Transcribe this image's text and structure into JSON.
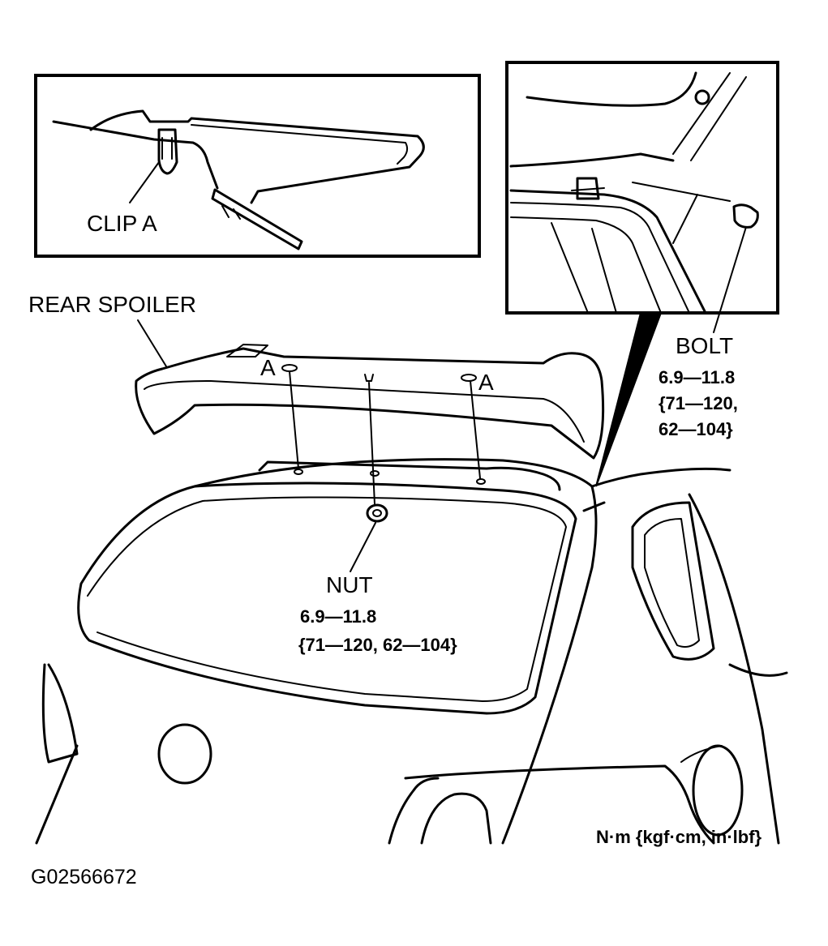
{
  "labels": {
    "clip_a": "CLIP A",
    "rear_spoiler": "REAR SPOILER",
    "marker_a_left": "A",
    "marker_a_right": "A",
    "bolt": "BOLT",
    "bolt_torque_1": "6.9—11.8",
    "bolt_torque_2": "{71—120,",
    "bolt_torque_3": "62—104}",
    "nut": "NUT",
    "nut_torque_1": "6.9—11.8",
    "nut_torque_2": "{71—120, 62—104}",
    "units": "N·m {kgf·cm, in·lbf}",
    "figure_code": "G02566672"
  }
}
